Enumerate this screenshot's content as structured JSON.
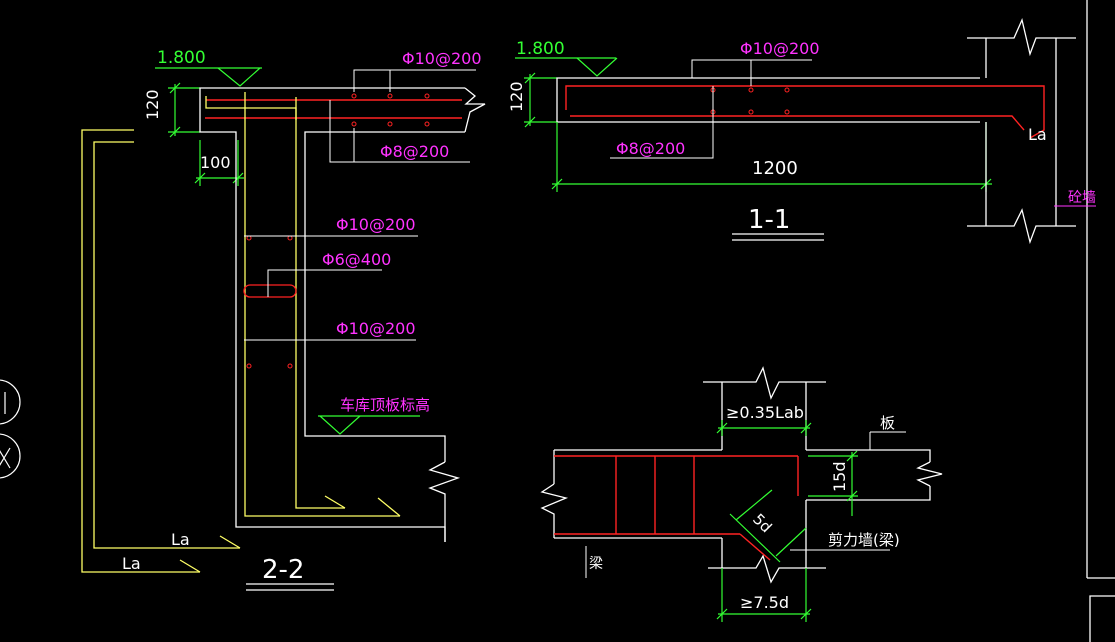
{
  "section_2_2": {
    "elev_top": "1.800",
    "dim_thickness": "120",
    "dim_width": "100",
    "rebar_top": "Φ10@200",
    "rebar_bottom": "Φ8@200",
    "rebar_wall_1": "Φ10@200",
    "rebar_tie": "Φ6@400",
    "rebar_wall_2": "Φ10@200",
    "garage_roof_elev": "车库顶板标高",
    "anchor_1": "La",
    "anchor_2": "La",
    "title": "2-2"
  },
  "section_1_1": {
    "elev_top": "1.800",
    "dim_thickness": "120",
    "rebar_top": "Φ10@200",
    "rebar_bottom": "Φ8@200",
    "dim_length": "1200",
    "anchor": "La",
    "wall_label": "砼墙",
    "title": "1-1"
  },
  "detail": {
    "dim_top": "≥0.35Lab",
    "slab_label": "板",
    "dim_15d": "15d",
    "dim_5d": "5d",
    "shear_wall_label": "剪力墙(梁)",
    "beam_label": "梁",
    "dim_bottom": "≥7.5d"
  },
  "colors": {
    "background": "#000000",
    "outline": "#ffffff",
    "rebar": "#ff2222",
    "dimension": "#33ff33",
    "annotation": "#ff33ff",
    "leader": "#ffff66"
  }
}
